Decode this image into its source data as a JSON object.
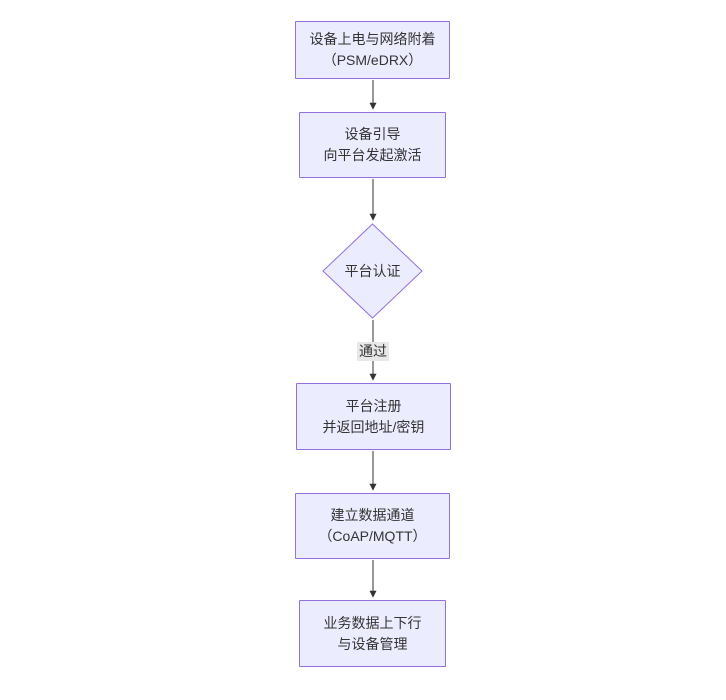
{
  "colors": {
    "canvas-bg": "#ffffff",
    "node-fill": "#ececff",
    "node-border": "#9370db",
    "text-color": "#333333",
    "arrow-color": "#333333",
    "edge-label-bg": "#e8e8e8"
  },
  "flow": {
    "nodes": {
      "power_attach": {
        "line1": "设备上电与网络附着",
        "line2": "（PSM/eDRX）"
      },
      "bootstrap": {
        "line1": "设备引导",
        "line2": "向平台发起激活"
      },
      "auth_decision": {
        "label": "平台认证"
      },
      "register": {
        "line1": "平台注册",
        "line2": "并返回地址/密钥"
      },
      "data_channel": {
        "line1": "建立数据通道",
        "line2": "（CoAP/MQTT）"
      },
      "business": {
        "line1": "业务数据上下行",
        "line2": "与设备管理"
      }
    },
    "edges": {
      "auth_pass_label": "通过"
    }
  }
}
